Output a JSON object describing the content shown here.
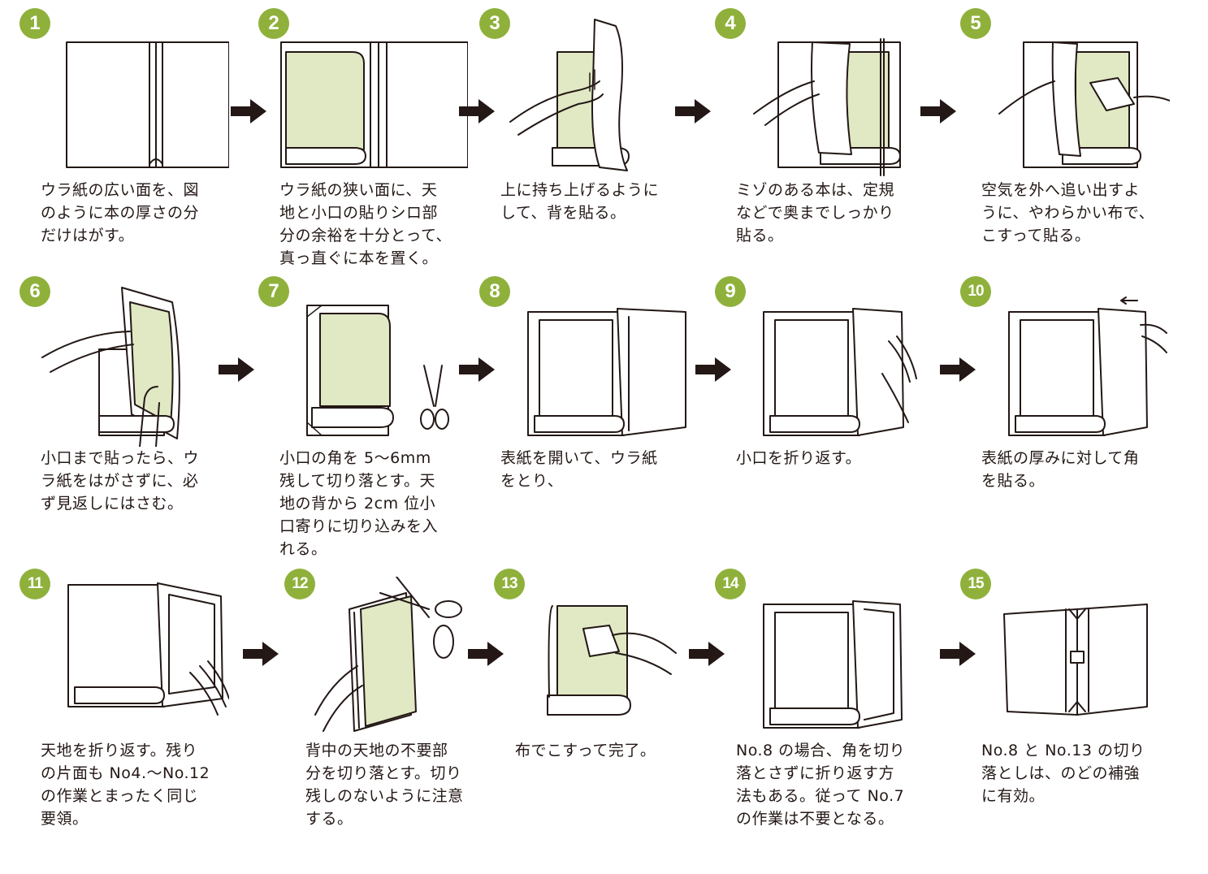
{
  "colors": {
    "accent": "#8fb13b",
    "paper": "#e0e8c4",
    "ink": "#231815"
  },
  "icons": {
    "arrow": "right-arrow-icon"
  },
  "steps": [
    {
      "number": "1",
      "caption": "ウラ紙の広い面を、図\nのように本の厚さの分\nだけはがす。"
    },
    {
      "number": "2",
      "caption": "ウラ紙の狭い面に、天\n地と小口の貼りシロ部\n分の余裕を十分とって、\n真っ直ぐに本を置く。"
    },
    {
      "number": "3",
      "caption": "上に持ち上げるように\nして、背を貼る。"
    },
    {
      "number": "4",
      "caption": "ミゾのある本は、定規\nなどで奥までしっかり\n貼る。"
    },
    {
      "number": "5",
      "caption": "空気を外へ追い出すよ\nうに、やわらかい布で、\nこすって貼る。"
    },
    {
      "number": "6",
      "caption": "小口まで貼ったら、ウ\nラ紙をはがさずに、必\nず見返しにはさむ。"
    },
    {
      "number": "7",
      "caption": "小口の角を 5〜6mm\n残して切り落とす。天\n地の背から 2cm 位小\n口寄りに切り込みを入\nれる。"
    },
    {
      "number": "8",
      "caption": "表紙を開いて、ウラ紙\nをとり、"
    },
    {
      "number": "9",
      "caption": "小口を折り返す。"
    },
    {
      "number": "10",
      "caption": "表紙の厚みに対して角\nを貼る。"
    },
    {
      "number": "11",
      "caption": "天地を折り返す。残り\nの片面も No4.〜No.12\nの作業とまったく同じ\n要領。"
    },
    {
      "number": "12",
      "caption": "背中の天地の不要部\n分を切り落とす。切り\n残しのないように注意\nする。"
    },
    {
      "number": "13",
      "caption": "布でこすって完了。"
    },
    {
      "number": "14",
      "caption": "No.8 の場合、角を切り\n落とさずに折り返す方\n法もある。従って No.7\nの作業は不要となる。"
    },
    {
      "number": "15",
      "caption": "No.8 と No.13 の切り\n落としは、のどの補強\nに有効。"
    }
  ]
}
